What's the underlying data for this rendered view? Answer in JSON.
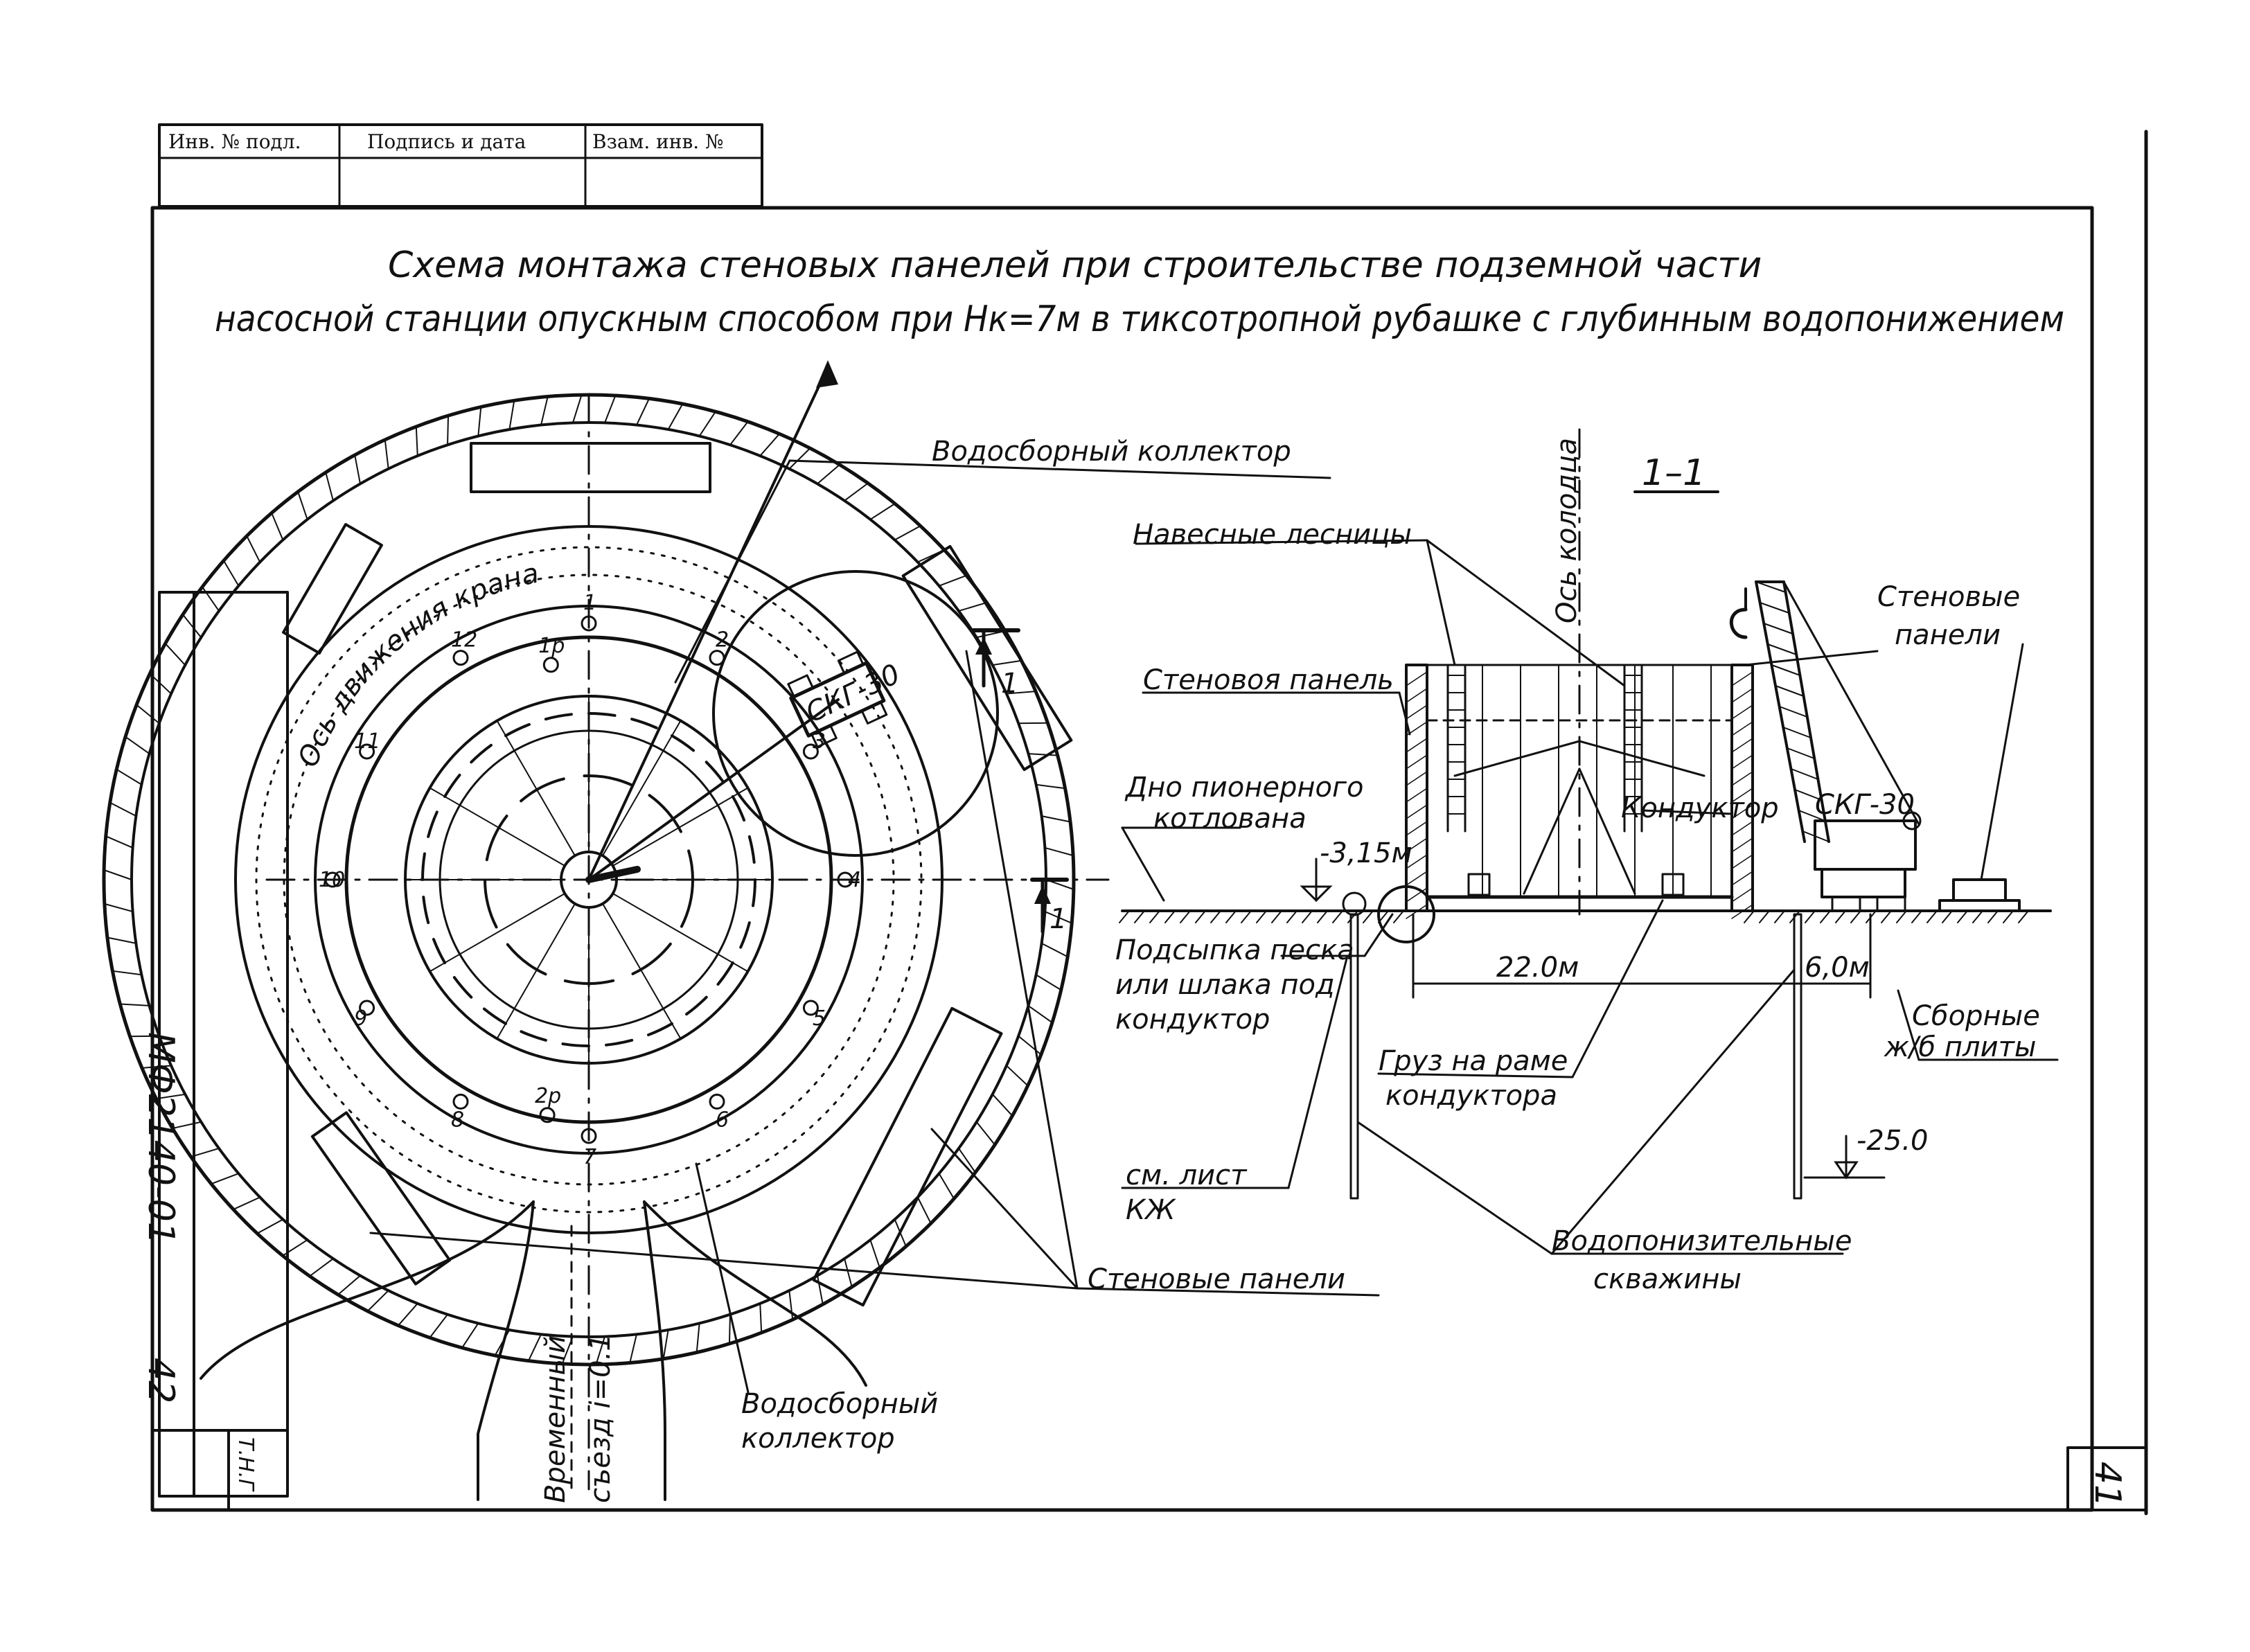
{
  "stamp": {
    "inv_no": "Инв. № подл.",
    "signature_date": "Подпись и дата",
    "replaced_inv": "Взам. инв. №"
  },
  "title": {
    "line1": "Схема монтажа стеновых панелей при строительстве подземной части",
    "line2": "насосной станции опускным способом при Нк=7м в тиксотропной рубашке с глубинным водопонижением"
  },
  "plan": {
    "crane_path_label": "Ось движения крана",
    "crane_label": "СКГ-30",
    "collector_top": "Водосборный коллектор",
    "collector_bottom_1": "Водосборный",
    "collector_bottom_2": "коллектор",
    "wall_panels": "Стеновые панели",
    "ramp_1": "Временный",
    "ramp_2": "съезд i=0.1",
    "section_mark_1": "1",
    "section_mark_2": "1",
    "points": [
      "1",
      "2",
      "3",
      "4",
      "5",
      "6",
      "7",
      "8",
      "9",
      "10",
      "11",
      "12",
      "1р",
      "2р"
    ]
  },
  "section": {
    "title": "1–1",
    "well_axis": "Ось колодца",
    "ladders": "Навесные лесницы",
    "wall_panel": "Стеновоя панель",
    "wall_panels_1": "Стеновые",
    "wall_panels_2": "панели",
    "pit_bottom_1": "Дно пионерного",
    "pit_bottom_2": "котлована",
    "level_top": "-3,15м",
    "conductor": "Кондуктор",
    "crane": "СКГ-30",
    "sand_1": "Подсыпка песка",
    "sand_2": "или шлака под",
    "sand_3": "кондуктор",
    "dim_22": "22.0м",
    "dim_6": "6,0м",
    "slabs_1": "Сборные",
    "slabs_2": "ж/б плиты",
    "load_1": "Груз на раме",
    "load_2": "кондуктора",
    "see_1": "см. лист",
    "see_2": "КЖ",
    "level_bottom": "-25.0",
    "dewater_1": "Водопонизительные",
    "dewater_2": "скважины"
  },
  "sheet": {
    "doc_code": "МФ2140-01",
    "page_left": "42",
    "page_right": "41",
    "frame_mark": "Т.Н.Г"
  }
}
